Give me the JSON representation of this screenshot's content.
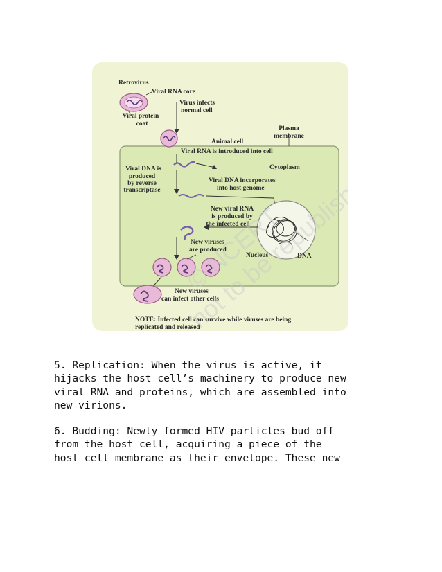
{
  "figure": {
    "title": "Retrovirus",
    "labels": {
      "viral_rna_core": "Viral RNA core",
      "virus_infects_1": "Virus infects",
      "virus_infects_2": "normal cell",
      "viral_protein_1": "Viral protein",
      "viral_protein_2": "coat",
      "plasma_1": "Plasma",
      "plasma_2": "membrane",
      "animal_cell": "Animal cell",
      "rna_introduced": "Viral RNA is introduced into cell",
      "cytoplasm": "Cytoplasm",
      "dna_produced_1": "Viral DNA is",
      "dna_produced_2": "produced",
      "dna_produced_3": "by reverse",
      "dna_produced_4": "transcriptase",
      "dna_incorporates_1": "Viral DNA incorporates",
      "dna_incorporates_2": "into host genome",
      "new_rna_1": "New viral RNA",
      "new_rna_2": "is produced by",
      "new_rna_3": "the infected cell",
      "new_viruses_1": "New viruses",
      "new_viruses_2": "are produced",
      "nucleus": "Nucleus",
      "dna": "DNA",
      "infect_others_1": "New viruses",
      "infect_others_2": "can infect other cells",
      "note_1": "NOTE: Infected cell can survive while viruses are being",
      "note_2": "replicated and released"
    },
    "watermark_1": "© NCERT",
    "watermark_2": "not to be republished"
  },
  "paragraphs": {
    "p5": "5. Replication: When the virus is active, it\nhijacks the host cell’s machinery to produce new\nviral RNA and proteins, which are assembled into\nnew virions.",
    "p6": "6. Budding: Newly formed HIV particles bud off\nfrom the host cell, acquiring a piece of the\nhost cell membrane as their envelope. These new"
  }
}
